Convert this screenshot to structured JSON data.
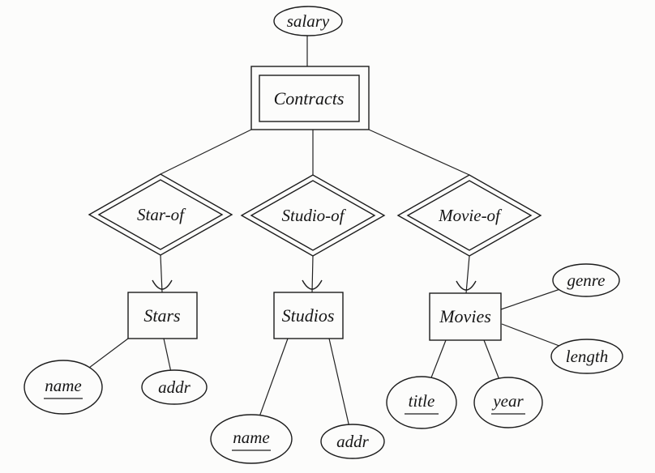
{
  "page": {
    "background": "#fcfcfb",
    "ink": "#1c1c1c"
  },
  "nodes": {
    "salary": {
      "label": "salary",
      "kind": "attribute",
      "underlined": false
    },
    "contracts": {
      "label": "Contracts",
      "kind": "weak-entity-set"
    },
    "star_of": {
      "label": "Star-of",
      "kind": "supporting-relationship"
    },
    "studio_of": {
      "label": "Studio-of",
      "kind": "supporting-relationship"
    },
    "movie_of": {
      "label": "Movie-of",
      "kind": "supporting-relationship"
    },
    "stars": {
      "label": "Stars",
      "kind": "entity-set"
    },
    "studios": {
      "label": "Studios",
      "kind": "entity-set"
    },
    "movies": {
      "label": "Movies",
      "kind": "entity-set"
    },
    "stars_name": {
      "label": "name",
      "kind": "attribute",
      "underlined": true
    },
    "stars_addr": {
      "label": "addr",
      "kind": "attribute",
      "underlined": false
    },
    "studios_name": {
      "label": "name",
      "kind": "attribute",
      "underlined": true
    },
    "studios_addr": {
      "label": "addr",
      "kind": "attribute",
      "underlined": false
    },
    "movies_title": {
      "label": "title",
      "kind": "attribute",
      "underlined": true
    },
    "movies_year": {
      "label": "year",
      "kind": "attribute",
      "underlined": true
    },
    "movies_genre": {
      "label": "genre",
      "kind": "attribute",
      "underlined": false
    },
    "movies_length": {
      "label": "length",
      "kind": "attribute",
      "underlined": false
    }
  },
  "edges": [
    {
      "from": "salary",
      "to": "Contracts"
    },
    {
      "from": "Contracts",
      "to": "Star-of"
    },
    {
      "from": "Contracts",
      "to": "Studio-of"
    },
    {
      "from": "Contracts",
      "to": "Movie-of"
    },
    {
      "from": "Star-of",
      "to": "Stars",
      "arrow": "rounded"
    },
    {
      "from": "Studio-of",
      "to": "Studios",
      "arrow": "rounded"
    },
    {
      "from": "Movie-of",
      "to": "Movies",
      "arrow": "rounded"
    },
    {
      "from": "Stars",
      "to": "name"
    },
    {
      "from": "Stars",
      "to": "addr"
    },
    {
      "from": "Studios",
      "to": "name"
    },
    {
      "from": "Studios",
      "to": "addr"
    },
    {
      "from": "Movies",
      "to": "title"
    },
    {
      "from": "Movies",
      "to": "year"
    },
    {
      "from": "Movies",
      "to": "genre"
    },
    {
      "from": "Movies",
      "to": "length"
    }
  ]
}
